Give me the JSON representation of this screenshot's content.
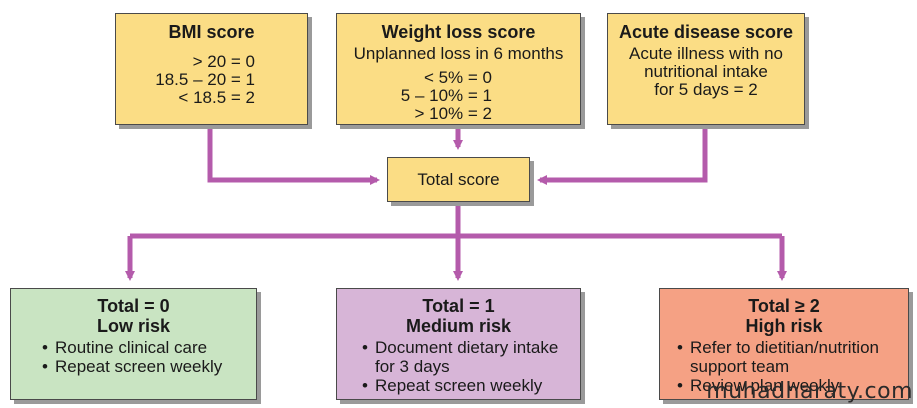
{
  "colors": {
    "connector": "#b45bab",
    "input_box": "#fbdd85",
    "low_box": "#c9e4c2",
    "medium_box": "#d7b5d7",
    "high_box": "#f5a184",
    "border": "#4a4a4a",
    "shadow": "#9a9a9a"
  },
  "bmi": {
    "title": "BMI score",
    "lines": [
      "> 20 = 0",
      "18.5 – 20 = 1",
      "< 18.5 = 2"
    ]
  },
  "weight": {
    "title": "Weight loss score",
    "subtitle": "Unplanned loss in 6 months",
    "lines": [
      "< 5% = 0",
      "5 – 10% = 1",
      "> 10% = 2"
    ]
  },
  "acute": {
    "title": "Acute disease score",
    "lines": [
      "Acute illness with no",
      "nutritional intake",
      "for 5 days  = 2"
    ]
  },
  "total": {
    "label": "Total score"
  },
  "low": {
    "heading": "Total  = 0",
    "risk": "Low risk",
    "bullets": [
      "Routine clinical care",
      "Repeat screen weekly"
    ]
  },
  "medium": {
    "heading": "Total = 1",
    "risk": "Medium risk",
    "bullets": [
      "Document dietary intake",
      "for 3 days",
      "Repeat screen weekly"
    ]
  },
  "high": {
    "heading": "Total ≥ 2",
    "risk": "High risk",
    "bullets": [
      "Refer to dietitian/nutrition",
      "support team",
      "Review plan weekly"
    ]
  },
  "watermark": "muhadharaty.com"
}
